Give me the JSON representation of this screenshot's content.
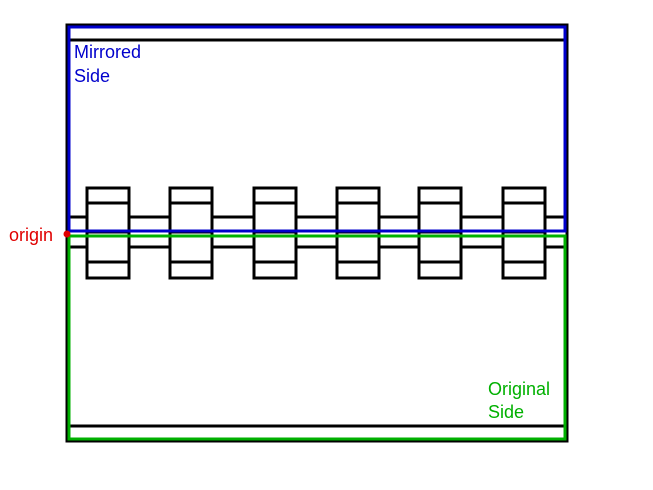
{
  "labels": {
    "mirrored_line1": "Mirrored",
    "mirrored_line2": "Side",
    "original_line1": "Original",
    "original_line2": "Side",
    "origin": "origin"
  },
  "colors": {
    "outline": "#000000",
    "mirrored": "#0000cc",
    "original": "#00b000",
    "origin": "#e00000",
    "background": "#ffffff"
  },
  "tooth_count": 6
}
